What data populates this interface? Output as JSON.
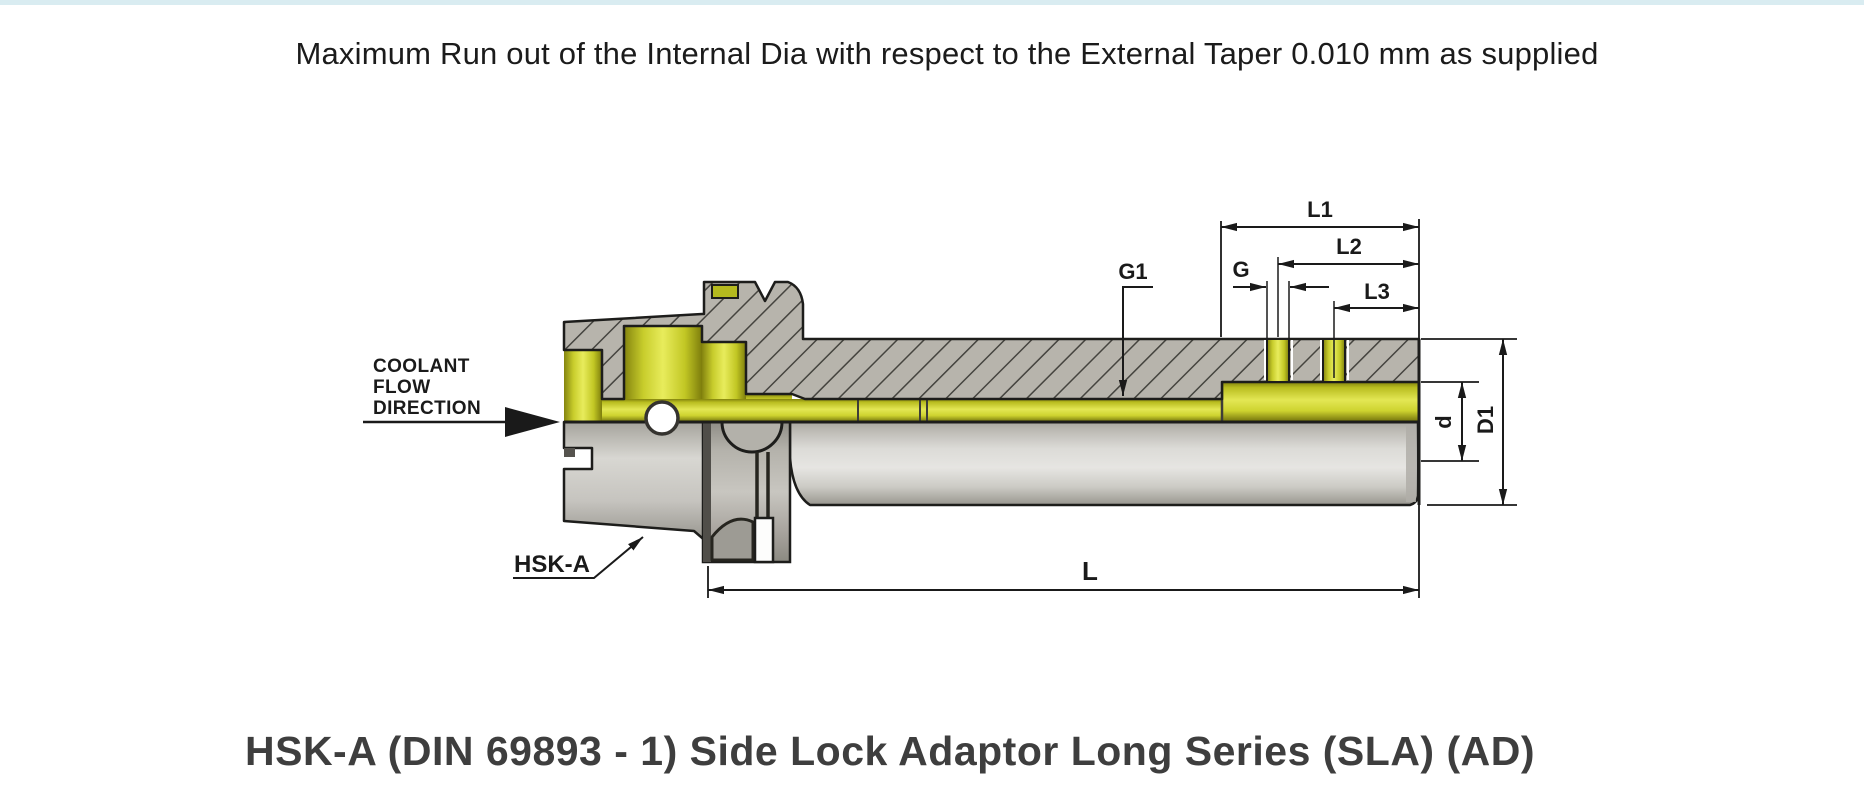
{
  "note": {
    "text": "Maximum Run out of the Internal Dia with respect to the External Taper 0.010 mm as supplied"
  },
  "title": {
    "text": "HSK-A (DIN 69893 - 1) Side Lock Adaptor Long Series (SLA) (AD)"
  },
  "drawing": {
    "callouts": {
      "coolant": {
        "line1": "COOLANT",
        "line2": "FLOW",
        "line3": "DIRECTION"
      },
      "shank_label": "HSK-A",
      "coolant_bore_label": "G1"
    },
    "dimensions": {
      "l1": "L1",
      "l2": "L2",
      "l3": "L3",
      "g": "G",
      "d": "d",
      "d1": "D1",
      "l": "L"
    },
    "colors": {
      "top_bar": "#d9ecf1",
      "coolant_channel_yellow": "#ccd12b",
      "steel_gray": "#d6d5d0",
      "hatch_gray": "#b7b4ac",
      "outline": "#1d1d1b",
      "title_text": "#3e3e3e"
    }
  }
}
